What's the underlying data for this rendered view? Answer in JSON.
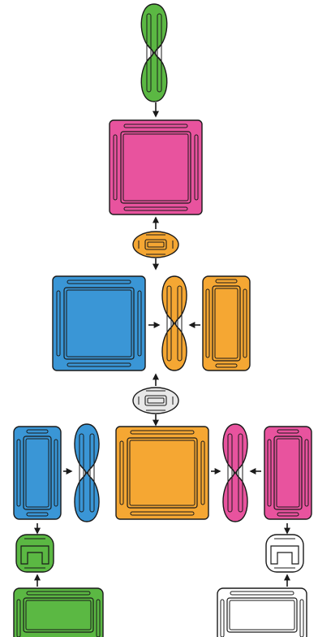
{
  "diagram": {
    "colors": {
      "green": "#5bb843",
      "magenta": "#e8539e",
      "orange": "#f5a733",
      "blue": "#3a96d6",
      "white": "#ffffff",
      "light_gray": "#e8e8e8",
      "outline": "#1a1a1a"
    },
    "pieces": [
      {
        "id": "green-twin-oval",
        "shape": "twin-oval",
        "color": "green"
      },
      {
        "id": "magenta-large-square",
        "shape": "large-square",
        "color": "magenta"
      },
      {
        "id": "orange-small-oval",
        "shape": "small-oval",
        "color": "orange"
      },
      {
        "id": "blue-large-square",
        "shape": "large-square",
        "color": "blue"
      },
      {
        "id": "orange-twin-oval",
        "shape": "twin-oval",
        "color": "orange"
      },
      {
        "id": "orange-tall-rect",
        "shape": "tall-rect",
        "color": "orange"
      },
      {
        "id": "white-small-oval",
        "shape": "small-oval",
        "color": "light_gray"
      },
      {
        "id": "blue-tall-rect",
        "shape": "tall-rect",
        "color": "blue"
      },
      {
        "id": "blue-twin-oval",
        "shape": "twin-oval",
        "color": "blue"
      },
      {
        "id": "orange-large-square",
        "shape": "large-square",
        "color": "orange"
      },
      {
        "id": "magenta-twin-oval",
        "shape": "twin-oval",
        "color": "magenta"
      },
      {
        "id": "magenta-tall-rect",
        "shape": "tall-rect",
        "color": "magenta"
      },
      {
        "id": "green-connector",
        "shape": "connector",
        "color": "green"
      },
      {
        "id": "white-connector",
        "shape": "connector",
        "color": "white"
      },
      {
        "id": "green-wide-rect",
        "shape": "wide-rect",
        "color": "green"
      },
      {
        "id": "white-wide-rect",
        "shape": "wide-rect",
        "color": "white"
      }
    ],
    "arrows": [
      {
        "id": "arrow-green-oval-to-magenta-square",
        "direction": "down"
      },
      {
        "id": "arrow-orange-oval-to-magenta-square",
        "direction": "up"
      },
      {
        "id": "arrow-orange-oval-to-middle-row",
        "direction": "down"
      },
      {
        "id": "arrow-blue-square-to-orange-twin",
        "direction": "right"
      },
      {
        "id": "arrow-orange-rect-to-orange-twin",
        "direction": "left"
      },
      {
        "id": "arrow-white-oval-to-middle-row",
        "direction": "up"
      },
      {
        "id": "arrow-white-oval-to-orange-square",
        "direction": "down"
      },
      {
        "id": "arrow-blue-rect-to-blue-twin",
        "direction": "right"
      },
      {
        "id": "arrow-orange-square-to-magenta-twin",
        "direction": "right"
      },
      {
        "id": "arrow-magenta-rect-to-magenta-twin",
        "direction": "left"
      },
      {
        "id": "arrow-blue-rect-to-green-connector",
        "direction": "down"
      },
      {
        "id": "arrow-green-rect-to-green-connector",
        "direction": "up"
      },
      {
        "id": "arrow-magenta-rect-to-white-connector",
        "direction": "down"
      },
      {
        "id": "arrow-white-rect-to-white-connector",
        "direction": "up"
      }
    ]
  }
}
